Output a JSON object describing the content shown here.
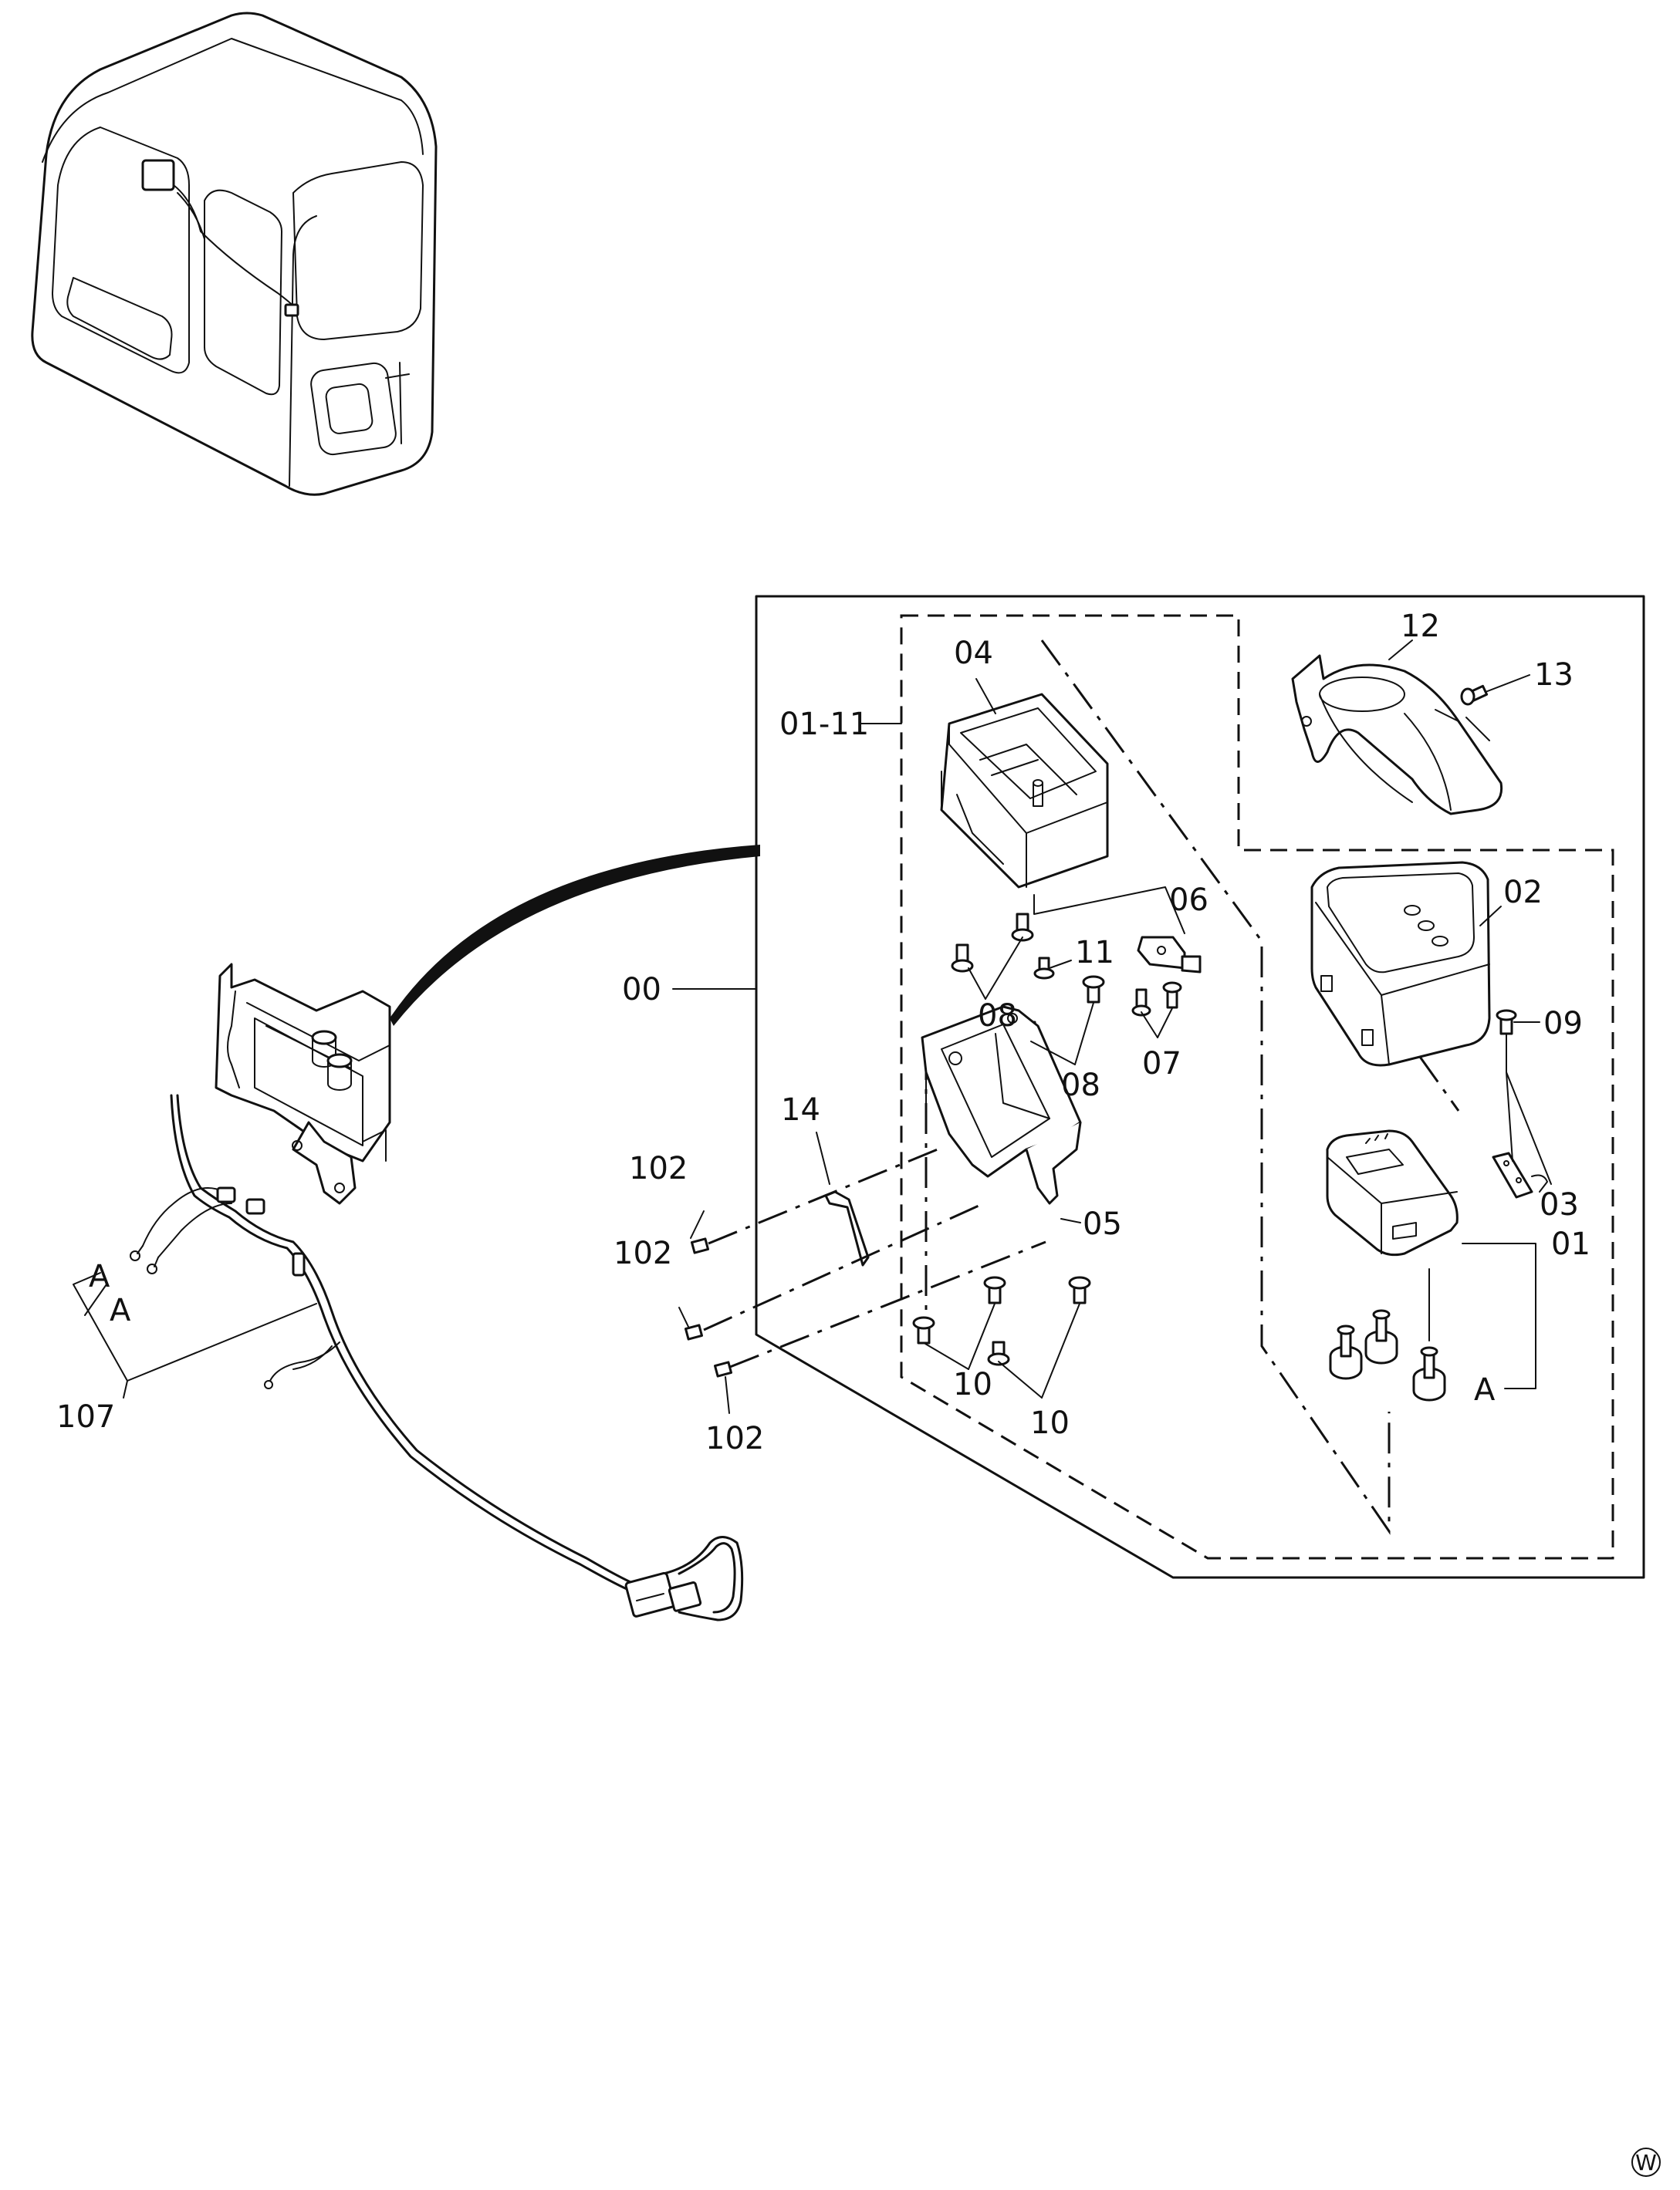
{
  "labels": {
    "l00": "00",
    "l01_11": "01-11",
    "l01": "01",
    "l02": "02",
    "l03": "03",
    "l04": "04",
    "l05": "05",
    "l06": "06",
    "l07": "07",
    "l08a": "08",
    "l08b": "08",
    "l09": "09",
    "l10a": "10",
    "l10b": "10",
    "l11": "11",
    "l12": "12",
    "l13": "13",
    "l14": "14",
    "l102a": "102",
    "l102b": "102",
    "l102c": "102",
    "l107": "107",
    "lA1": "A",
    "lA2": "A",
    "lA3": "A"
  },
  "cab_mark": "01",
  "corner_mark": "W"
}
